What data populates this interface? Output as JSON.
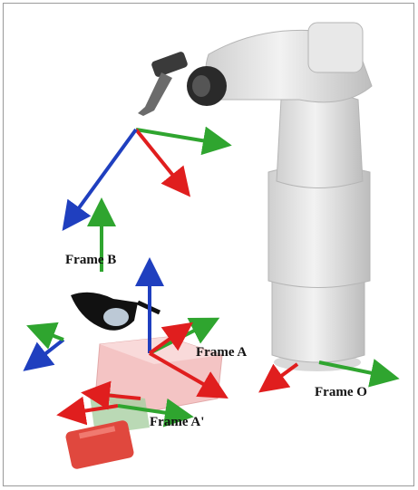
{
  "figure": {
    "labels": {
      "frame_b": "Frame B",
      "frame_a": "Frame A",
      "frame_o": "Frame O",
      "frame_a_prime": "Frame A'"
    },
    "colors": {
      "axis_x": "#e01e1e",
      "axis_y": "#2fa52f",
      "axis_z": "#1f3fbf",
      "robot": "#e6e6e6",
      "robot_shade": "#c8c8c8",
      "object_pink": "#f4c4c4",
      "object_red": "#e0483e",
      "glasses": "#111111"
    },
    "icons": [
      "robot-arm-icon",
      "glasses-icon",
      "part-object-icon",
      "axis-triad-icon"
    ]
  }
}
